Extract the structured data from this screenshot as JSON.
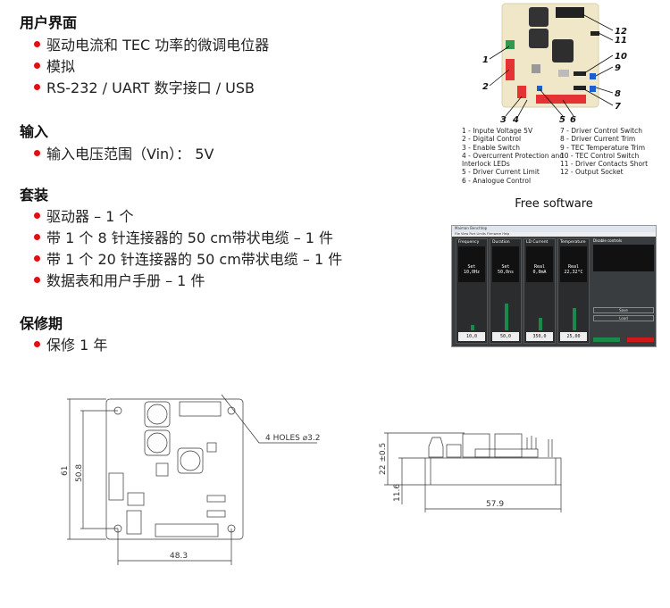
{
  "sections": [
    {
      "title": "用户界面",
      "items": [
        "驱动电流和 TEC 功率的微调电位器",
        "模拟",
        "RS-232 / UART 数字接口 / USB"
      ]
    },
    {
      "title": "输入",
      "items": [
        "输入电压范围（Vin）： 5V"
      ]
    },
    {
      "title": "套装",
      "items": [
        "驱动器 – 1 个",
        "带 1 个 8 针连接器的 50 cm带状电缆 – 1 件",
        "带 1 个 20 针连接器的 50 cm带状电缆 – 1 件",
        "数据表和用户手册 – 1 件"
      ]
    },
    {
      "title": "保修期",
      "items": [
        "保修 1 年"
      ]
    }
  ],
  "board_callouts": [
    "1",
    "2",
    "3",
    "4",
    "5",
    "6",
    "7",
    "8",
    "9",
    "10",
    "11",
    "12"
  ],
  "legend_left": [
    "1 - Inpute Voltage 5V",
    "2 - Digital Control",
    "3 - Enable Switch",
    "4 - Overcurrent Protection and",
    "Interlock LEDs",
    "5 - Driver Current Limit",
    "6 - Analogue Control"
  ],
  "legend_right": [
    "7 - Driver Control Switch",
    "8 - Driver Current Trim",
    "9 - TEC Temperature Trim",
    "10 - TEC Control Switch",
    "11 - Driver Contacts Short",
    "12 - Output Socket"
  ],
  "software": {
    "caption": "Free software",
    "title": "Maiman Benchtop",
    "menu": "File  View  Port  Limits  Firmware  Help",
    "panels": [
      {
        "name": "Frequency",
        "mode": "Set",
        "reading": "10,0Hz",
        "value": "10,0",
        "level": 0.1
      },
      {
        "name": "Duration",
        "mode": "Set",
        "reading": "50,0ns",
        "value": "50,0",
        "level": 0.6
      },
      {
        "name": "LD Current",
        "mode": "Real",
        "reading": "0,0mA",
        "value": "350,0",
        "level": 0.3
      },
      {
        "name": "Temperature",
        "mode": "Real",
        "reading": "22,32°C",
        "value": "25,00",
        "level": 0.5
      }
    ],
    "side_header": "Disable controls",
    "buttons": [
      "Save",
      "Load"
    ]
  },
  "drawing_front": {
    "holes_label": "4 HOLES ⌀3.2",
    "height": "61",
    "hole_spacing_v": "50.8",
    "hole_spacing_h": "48.3"
  },
  "drawing_side": {
    "height": "22 ±0.5",
    "base_height": "11.6",
    "length": "57.9"
  }
}
